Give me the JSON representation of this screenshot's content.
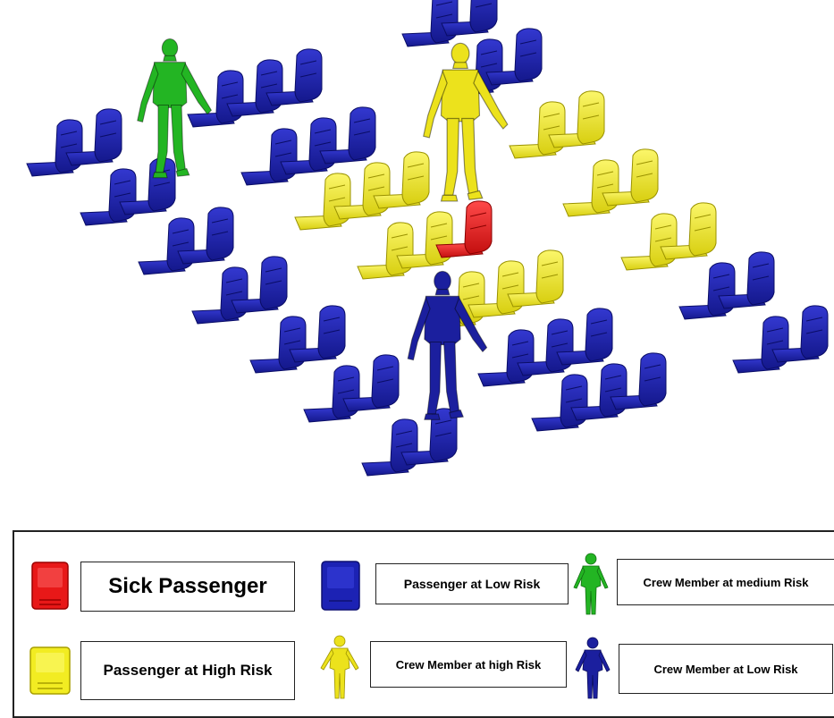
{
  "colors": {
    "sick": "#e81818",
    "high": "#f2ec22",
    "low": "#1c22b4",
    "crew_medium": "#23b523",
    "crew_high": "#ece21c",
    "crew_low": "#1b1f9e"
  },
  "legend": {
    "sick_passenger": "Sick Passenger",
    "passenger_low": "Passenger at Low Risk",
    "crew_medium": "Crew Member at medium Risk",
    "passenger_high": "Passenger at High Risk",
    "crew_high": "Crew Member at high Risk",
    "crew_low": "Crew Member at Low Risk"
  },
  "icons": {
    "seat": "seat-icon",
    "figure": "person-figure-icon"
  }
}
